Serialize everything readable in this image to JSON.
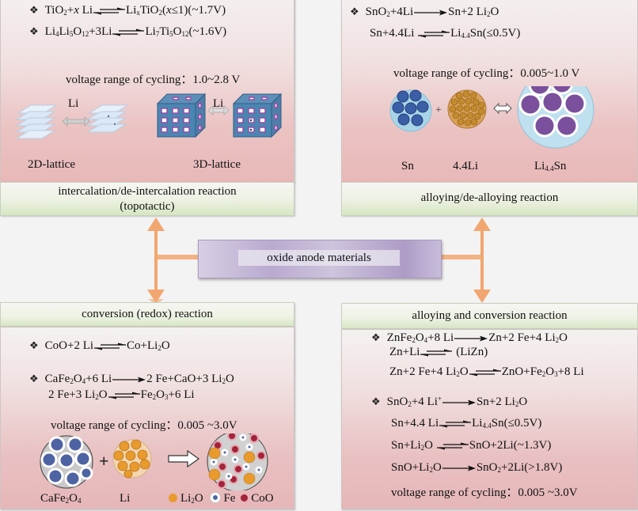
{
  "center": {
    "title": "oxide anode materials"
  },
  "colors": {
    "arrow": "#f2a66f",
    "pink_panel": "#ebc3c3",
    "green_label": "#d7e6c3",
    "center_bar": "#b9aacf"
  },
  "top_left": {
    "eq1": {
      "lhs": "TiO",
      "lhs_sub": "2",
      "lhs2": "+",
      "lhs_it": "x",
      "lhs3": " Li",
      "rhs_a": "Li",
      "rhs_sub_x": "x",
      "rhs_b": "TiO",
      "rhs_sub2": "2",
      "rhs_c": "(",
      "rhs_it": "x",
      "rhs_d": "≤1)(~1.7V)"
    },
    "eq2": {
      "a": "Li",
      "s1": "4",
      "b": "Li",
      "s2": "5",
      "c": "O",
      "s3": "12",
      "d": "+3Li",
      "e": "Li",
      "s4": "7",
      "f": "Ti",
      "s5": "5",
      "g": "O",
      "s6": "12",
      "h": "(~1.6V)"
    },
    "voltage": "voltage range of cycling：1.0~2.8 V",
    "li_label_1": "Li",
    "li_label_2": "Li",
    "lattice_2d": "2D-lattice",
    "lattice_3d": "3D-lattice",
    "label_line1": "intercalation/de-intercalation reaction",
    "label_line2": "(topotactic)"
  },
  "top_right": {
    "eq1": {
      "a": "SnO",
      "s1": "2",
      "b": "+4Li",
      "c": "Sn+2 Li",
      "s2": "2",
      "d": "O"
    },
    "eq2": {
      "a": "Sn+4.4Li",
      "b": "Li",
      "s1": "4.4",
      "c": "Sn(≤0.5V)"
    },
    "voltage": "voltage range of cycling：0.005~1.0 V",
    "plus": "+",
    "sn": "Sn",
    "li": "4.4Li",
    "li44sn_a": "Li",
    "li44sn_sub": "4.4",
    "li44sn_b": "Sn",
    "label": "alloying/de-alloying reaction"
  },
  "bottom_left": {
    "header": "conversion (redox) reaction",
    "eq1": {
      "a": "CoO+2 Li",
      "b": "Co+Li",
      "s1": "2",
      "c": "O"
    },
    "eq2": {
      "a": "CaFe",
      "s1": "2",
      "b": "O",
      "s2": "4",
      "c": "+6 Li",
      "d": "2 Fe+CaO+3 Li",
      "s3": "2",
      "e": "O"
    },
    "eq3": {
      "a": "2 Fe+3 Li",
      "s1": "2",
      "b": "O",
      "c": "Fe",
      "s2": "2",
      "d": "O",
      "s3": "3",
      "e": "+6 Li"
    },
    "voltage": "voltage range of cycling：0.005 ~3.0V",
    "plus": "+",
    "cafe_a": "CaFe",
    "cafe_s1": "2",
    "cafe_b": "O",
    "cafe_s2": "4",
    "li": "Li",
    "legend_li2o_a": "Li",
    "legend_li2o_s": "2",
    "legend_li2o_b": "O",
    "legend_fe": "Fe",
    "legend_coo": "CoO"
  },
  "bottom_right": {
    "header": "alloying and conversion reaction",
    "eq1": {
      "a": "ZnFe",
      "s1": "2",
      "b": "O",
      "s2": "4",
      "c": "+8 Li",
      "d": "Zn+2 Fe+4 Li",
      "s3": "2",
      "e": "O"
    },
    "eq2": {
      "a": "Zn+Li",
      "b": "(LiZn)"
    },
    "eq3": {
      "a": "Zn+2 Fe+4 Li",
      "s1": "2",
      "b": "O",
      "c": "ZnO+Fe",
      "s2": "2",
      "d": "O",
      "s3": "3",
      "e": "+8 Li"
    },
    "eq4": {
      "a": "SnO",
      "s1": "2",
      "b": "+4 Li",
      "sup": "+",
      "c": "Sn+2 Li",
      "s2": "2",
      "d": "O"
    },
    "eq5": {
      "a": "Sn+4.4 Li",
      "b": "Li",
      "s1": "4.4",
      "c": "Sn(≤0.5V)"
    },
    "eq6": {
      "a": "Sn+Li",
      "s1": "2",
      "b": "O",
      "c": "SnO+2Li(~1.3V)"
    },
    "eq7": {
      "a": "SnO+Li",
      "s1": "2",
      "b": "O",
      "c": "SnO",
      "s2": "2",
      "d": "+2Li(>1.8V)"
    },
    "voltage": "voltage range of cycling：0.005 ~3.0V"
  },
  "icons": {
    "bullet": "four-diamond-bullet-icon",
    "eq_arrow": "equilibrium-arrows-icon",
    "fw_arrow": "forward-arrow-icon"
  }
}
